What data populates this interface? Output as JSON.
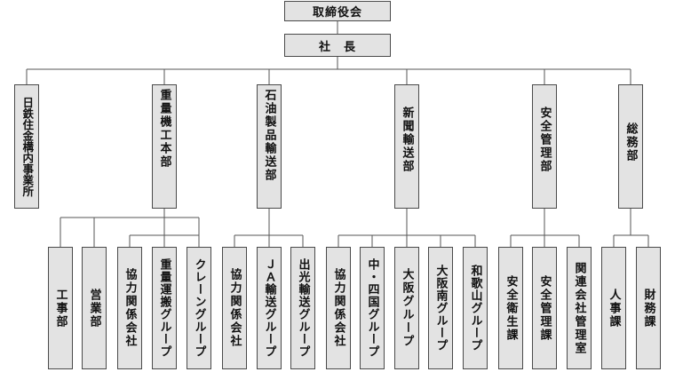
{
  "org": {
    "board": "取締役会",
    "president": "社　長",
    "departments": [
      "日鉄住金構内事業所",
      "重量機工本部",
      "石油製品輸送部",
      "新聞輸送部",
      "安全管理部",
      "総務部"
    ],
    "units": [
      "工事部",
      "営業部",
      "協力関係会社",
      "重量運搬グループ",
      "クレーングループ",
      "協力関係会社",
      "ＪＡ輸送グループ",
      "出光輸送グループ",
      "協力関係会社",
      "中・四国グループ",
      "大阪グループ",
      "大阪南グループ",
      "和歌山グループ",
      "安全衛生課",
      "安全管理課",
      "関連会社管理室",
      "人事課",
      "財務課"
    ]
  }
}
